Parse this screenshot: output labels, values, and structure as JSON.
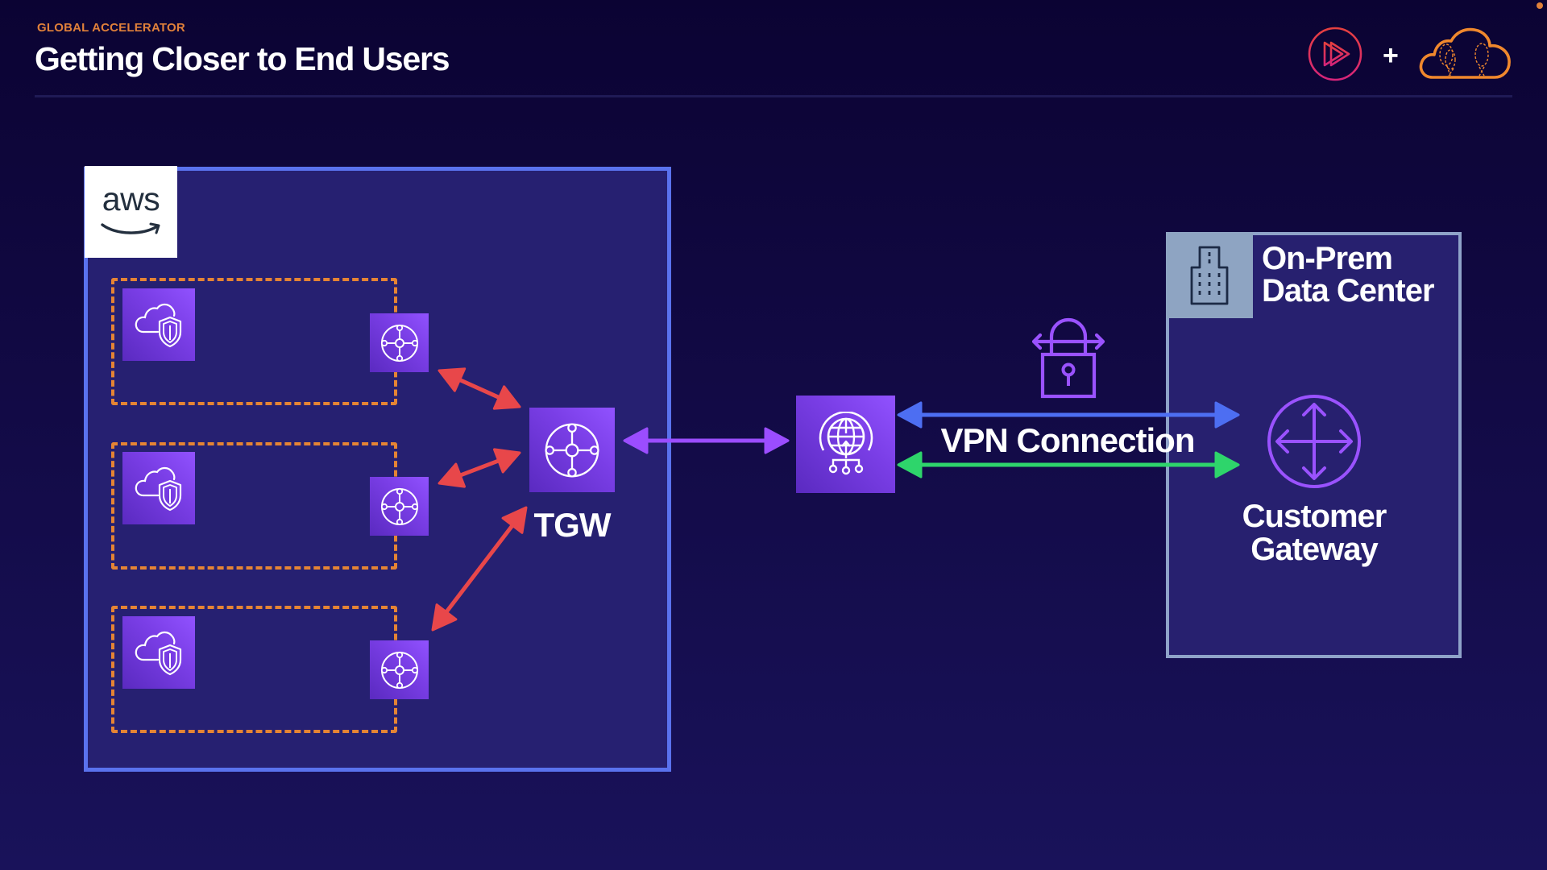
{
  "header": {
    "eyebrow": "GLOBAL ACCELERATOR",
    "title": "Getting Closer to End Users"
  },
  "branding": {
    "left_logo": "play-circle-logo",
    "separator": "+",
    "right_logo": "cloud-balloons-logo"
  },
  "diagram": {
    "aws_cloud": {
      "logo_text": "aws",
      "vpcs": [
        {
          "icon": "vpc-cloud-shield-icon",
          "attachment_icon": "transit-gateway-attachment-icon"
        },
        {
          "icon": "vpc-cloud-shield-icon",
          "attachment_icon": "transit-gateway-attachment-icon"
        },
        {
          "icon": "vpc-cloud-shield-icon",
          "attachment_icon": "transit-gateway-attachment-icon"
        }
      ],
      "tgw_label": "TGW"
    },
    "vpn_gateway": {
      "icon": "vpn-gateway-globe-icon"
    },
    "vpn_connection": {
      "label": "VPN Connection",
      "icon": "lock-icon"
    },
    "on_prem": {
      "title_line1": "On-Prem",
      "title_line2": "Data Center",
      "icon": "building-icon",
      "customer_gateway_line1": "Customer",
      "customer_gateway_line2": "Gateway"
    },
    "connections": [
      {
        "from": "vpc-1-attachment",
        "to": "tgw",
        "color": "#e8474a"
      },
      {
        "from": "vpc-2-attachment",
        "to": "tgw",
        "color": "#e8474a"
      },
      {
        "from": "vpc-3-attachment",
        "to": "tgw",
        "color": "#e8474a"
      },
      {
        "from": "tgw",
        "to": "vpn-gateway",
        "color": "#9b4dff"
      },
      {
        "from": "vpn-gateway",
        "to": "customer-gateway",
        "color": "#4d6ef2",
        "tunnel": 1
      },
      {
        "from": "vpn-gateway",
        "to": "customer-gateway",
        "color": "#2ed56b",
        "tunnel": 2
      }
    ]
  },
  "colors": {
    "accent_orange": "#e58434",
    "aws_box_border": "#5a72ee",
    "icon_purple": "#8c4fff",
    "onprem_border": "#8fa3c9"
  }
}
